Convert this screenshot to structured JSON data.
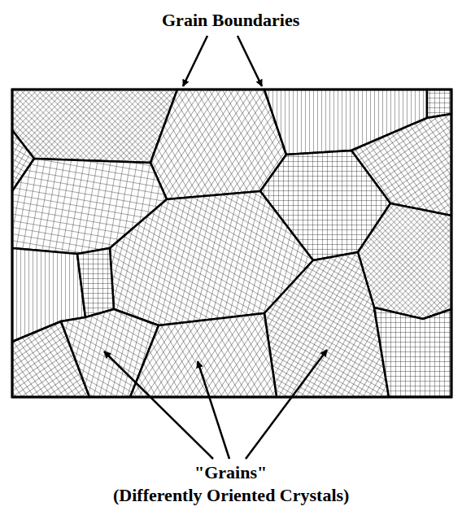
{
  "diagram": {
    "labels": [
      "Grain Boundaries",
      "\"Grains\"",
      "(Differently Oriented Crystals)"
    ]
  }
}
